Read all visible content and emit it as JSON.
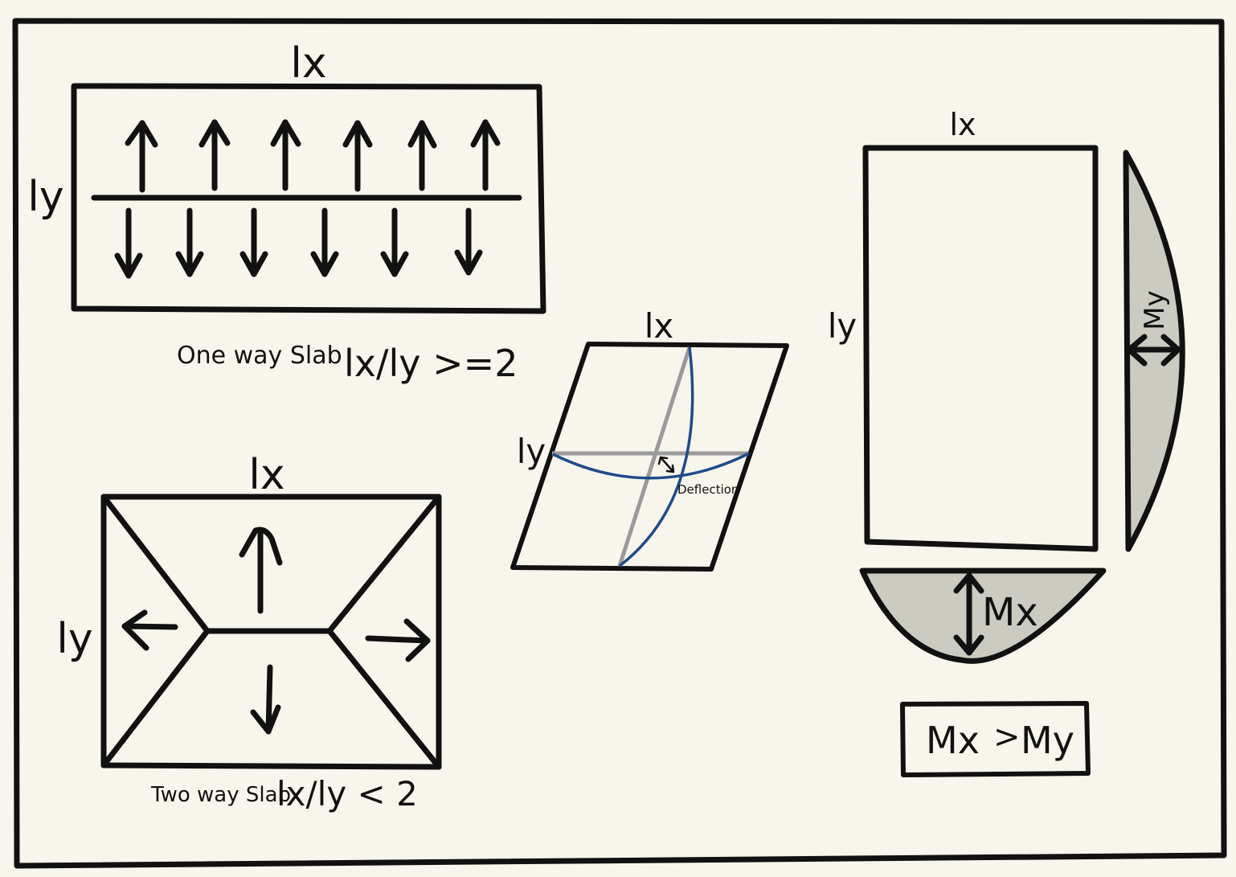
{
  "colors": {
    "background": "#f8f6ec",
    "ink": "#111111",
    "grey_axis": "#9a9a9a",
    "deflection_curve": "#1f4b8a",
    "moment_fill": "#cccbc2"
  },
  "one_way": {
    "top_label": "lx",
    "side_label": "ly",
    "caption": "One way Slab",
    "ratio": "lx/ly >=2"
  },
  "two_way": {
    "top_label": "lx",
    "side_label": "ly",
    "caption": "Two way Slab",
    "ratio": "lx/ly < 2"
  },
  "deflection_view": {
    "top_label": "lx",
    "side_label": "ly",
    "deflection_label": "Deflection"
  },
  "moment_view": {
    "top_label": "lx",
    "side_label": "ly",
    "my_label": "My",
    "mx_label": "Mx",
    "comparison_left": "Mx",
    "comparison_op": ">",
    "comparison_right": "My"
  }
}
